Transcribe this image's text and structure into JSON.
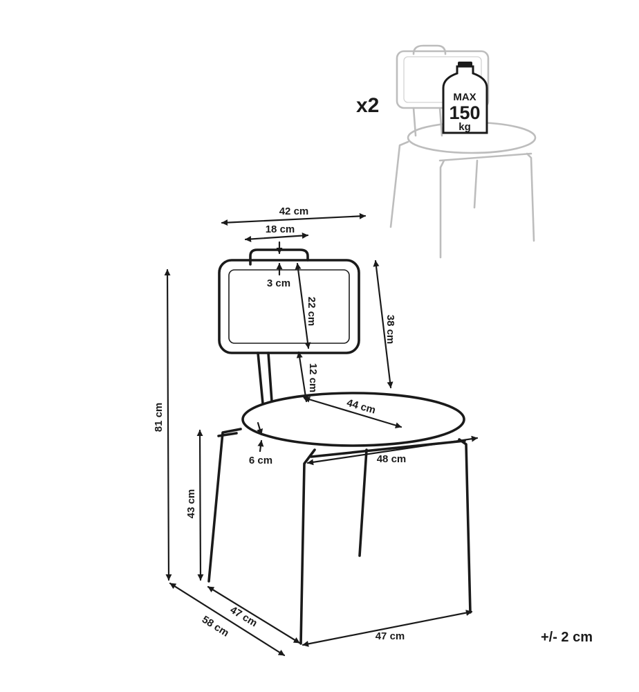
{
  "quantity": "x2",
  "weight": {
    "max_label": "MAX",
    "value": "150",
    "unit": "kg"
  },
  "tolerance": "+/- 2 cm",
  "dimensions": {
    "overall_width": "42 cm",
    "handle_width": "18 cm",
    "handle_height": "3 cm",
    "backrest_inner_height": "22 cm",
    "backrest_height": "38 cm",
    "backrest_gap": "12 cm",
    "seat_diameter": "44 cm",
    "total_height": "81 cm",
    "seat_thickness": "6 cm",
    "base_width": "48 cm",
    "seat_height": "43 cm",
    "leg_depth": "47 cm",
    "overall_depth": "58 cm",
    "leg_width": "47 cm"
  }
}
